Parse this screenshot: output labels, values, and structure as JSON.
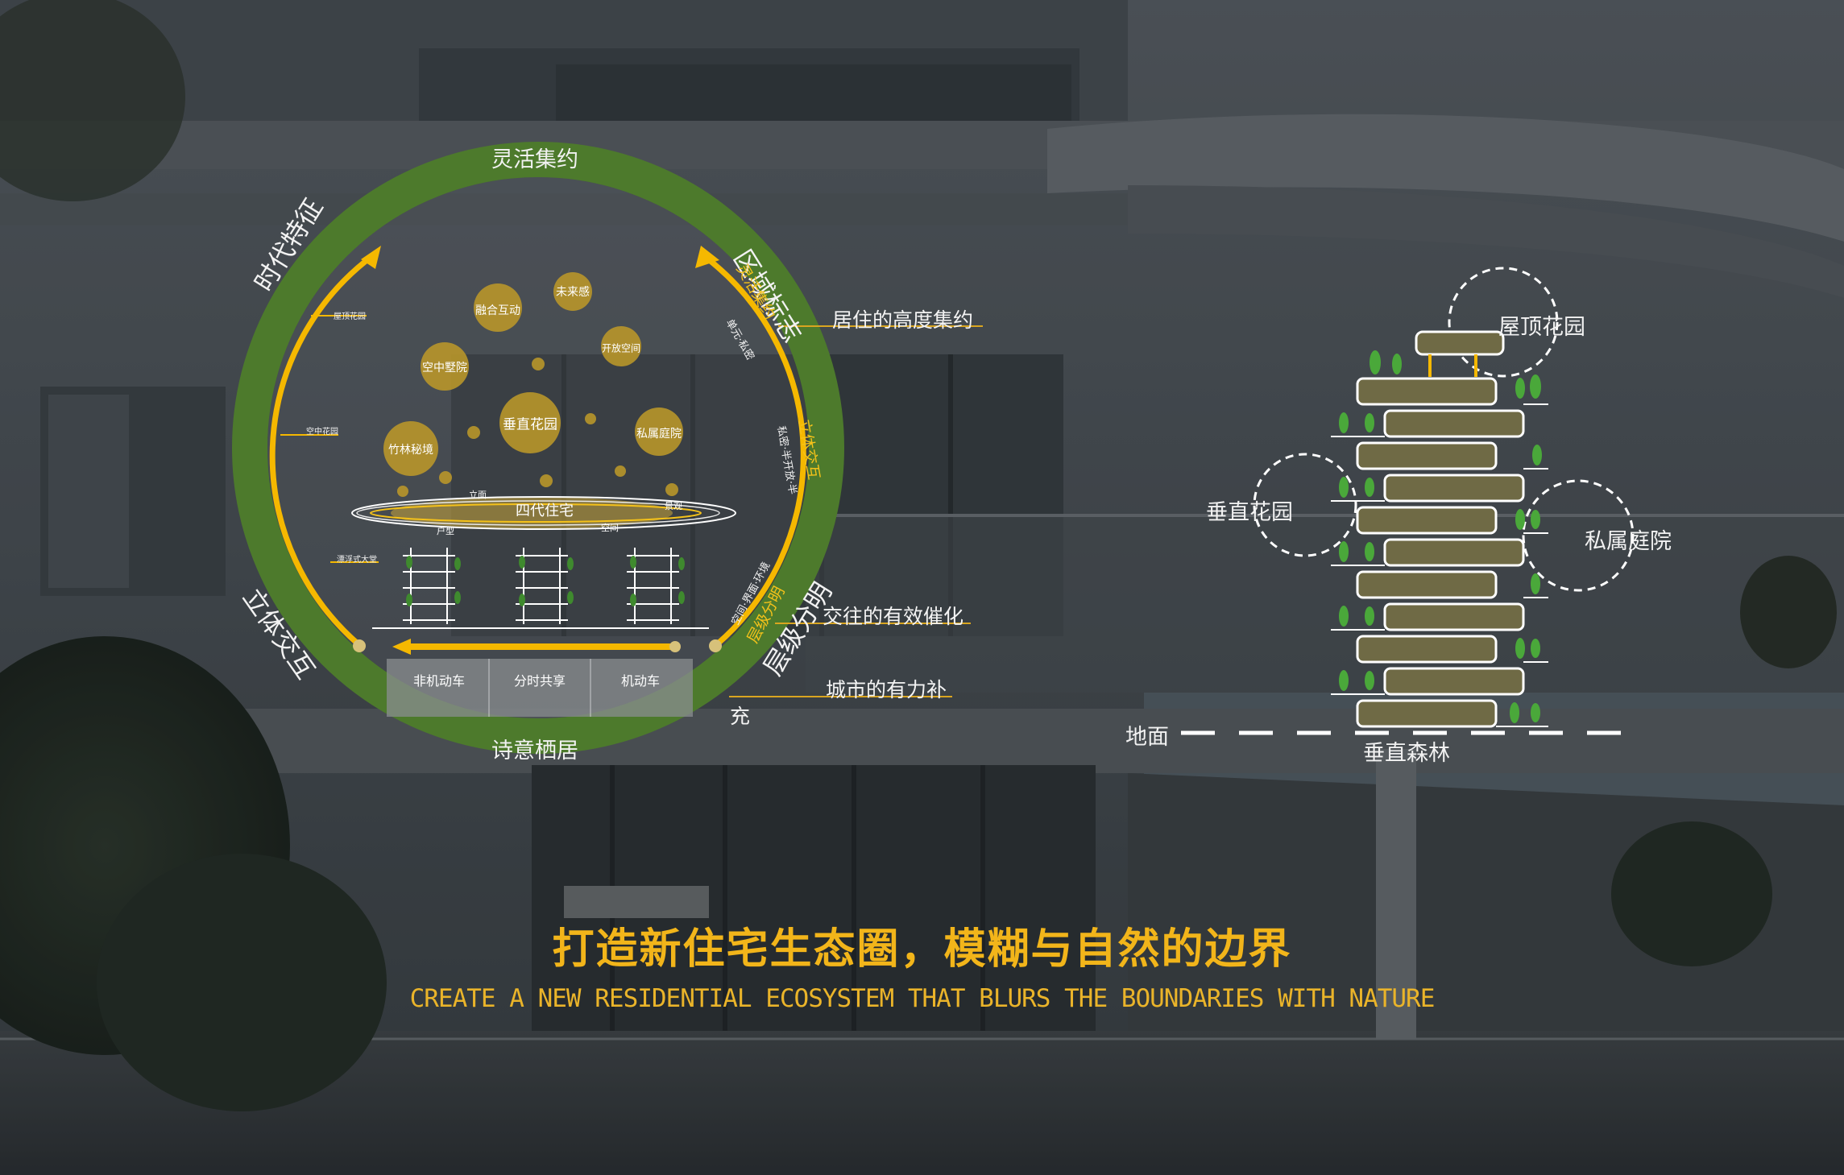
{
  "ring": {
    "top": "灵活集约",
    "bottom": "诗意栖居",
    "left_upper": "时代特征",
    "left_lower": "立体交互",
    "right_upper": "区域标志",
    "right_lower": "层级分明",
    "inner_right_1": "灵活集约",
    "inner_right_2": "单元·私密",
    "inner_right_3": "立体交互",
    "inner_right_4": "私密·半开放·半",
    "inner_right_5": "层级分明",
    "inner_right_6": "空间·界面·环境"
  },
  "left_markers": [
    "屋顶花园",
    "空中花园",
    "漂浮式大堂"
  ],
  "bubbles": [
    "未来感",
    "融合互动",
    "开放空间",
    "空中墅院",
    "垂直花园",
    "私属庭院",
    "竹林秘境"
  ],
  "ellipse": {
    "center": "四代住宅",
    "labels": [
      "立面",
      "户型",
      "空间",
      "景观"
    ]
  },
  "mobility": [
    "非机动车",
    "分时共享",
    "机动车"
  ],
  "callouts": {
    "c1": "居住的高度集约",
    "c2": "交往的有效催化",
    "c3": "城市的有力补",
    "c3b": "充"
  },
  "tower": {
    "roof": "屋顶花园",
    "vertical": "垂直花园",
    "private": "私属庭院",
    "ground": "地面",
    "forest": "垂直森林"
  },
  "headline": {
    "cn": "打造新住宅生态圈，模糊与自然的边界",
    "en": "CREATE A NEW RESIDENTIAL ECOSYSTEM THAT BLURS THE BOUNDARIES WITH NATURE"
  },
  "colors": {
    "ring_green": "#4d7a2c",
    "gold": "#f5b800",
    "bubble": "#b8962a",
    "tower_block": "#6f6a45"
  }
}
